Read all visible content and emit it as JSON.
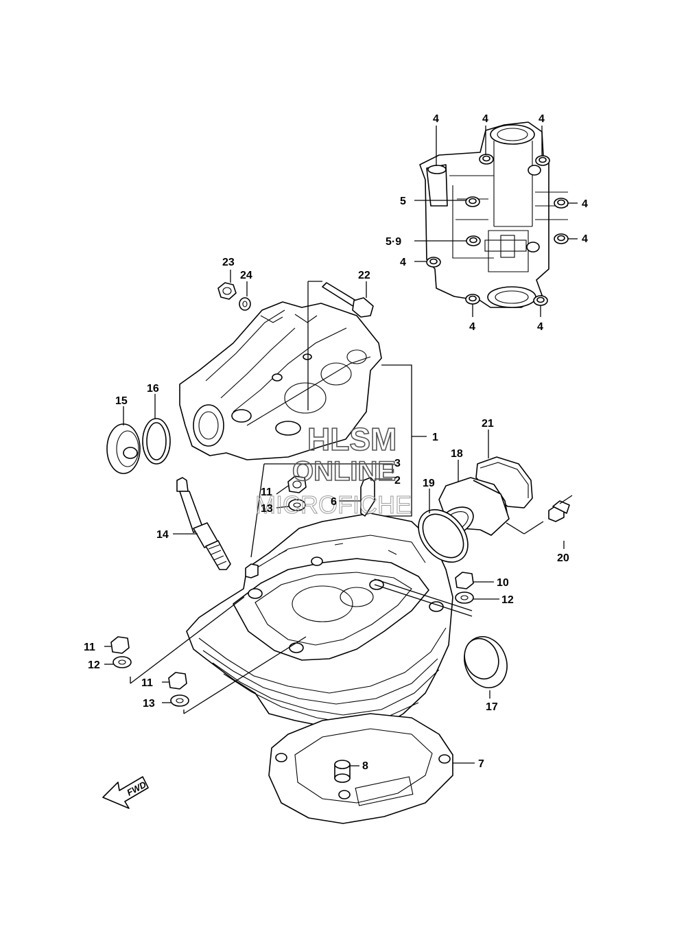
{
  "callouts": {
    "c1": "1",
    "c2": "2",
    "c3": "3",
    "c4_a": "4",
    "c4_b": "4",
    "c4_c": "4",
    "c4_d": "4",
    "c4_e": "4",
    "c4_f": "4",
    "c4_g": "4",
    "c4_h": "4",
    "c5": "5",
    "c59": "5·9",
    "c6": "6",
    "c7": "7",
    "c8": "8",
    "c10": "10",
    "c11_a": "11",
    "c11_b": "11",
    "c11_c": "11",
    "c12_a": "12",
    "c12_b": "12",
    "c13_a": "13",
    "c13_b": "13",
    "c14": "14",
    "c15": "15",
    "c16": "16",
    "c17": "17",
    "c18": "18",
    "c19": "19",
    "c20": "20",
    "c21": "21",
    "c22": "22",
    "c23": "23",
    "c24": "24"
  },
  "watermark": {
    "line1": "HLSM",
    "line2": "ONLINE",
    "line3": "MICROFICHE"
  },
  "fwd_label": "FWD"
}
